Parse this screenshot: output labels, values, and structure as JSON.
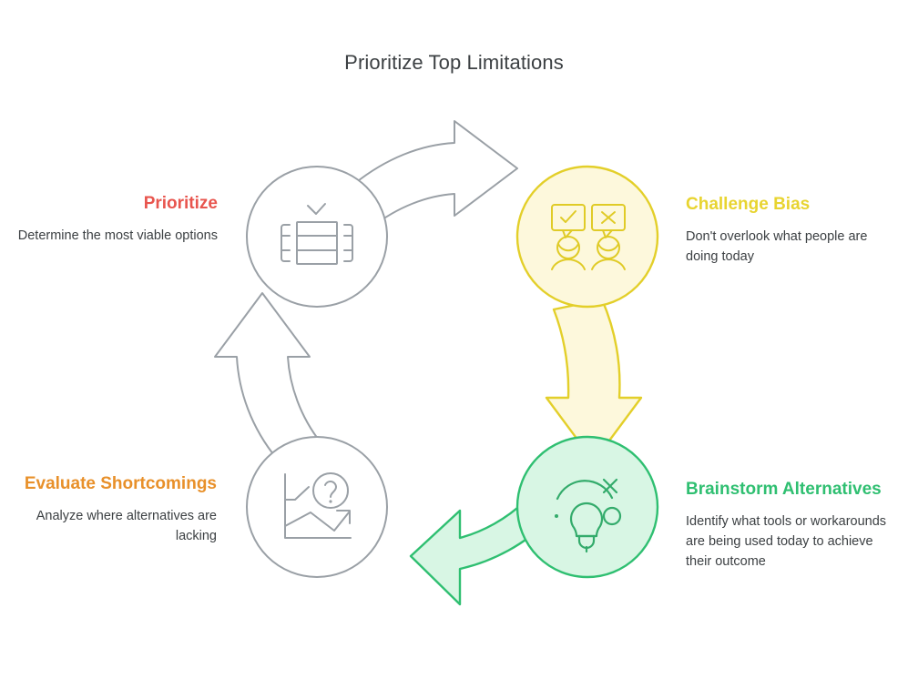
{
  "diagram": {
    "title": "Prioritize Top Limitations",
    "type": "cycle",
    "background": "#ffffff",
    "neutral_color": "#9aa0a6",
    "body_text_color": "#3c4043",
    "steps": [
      {
        "id": "prioritize",
        "heading": "Prioritize",
        "description": "Determine the most viable options",
        "heading_color": "#e8554e",
        "stroke_color": "#9aa0a6",
        "fill_color": "#ffffff",
        "icon": "checklist-stack-icon",
        "align": "right",
        "position": "top-left"
      },
      {
        "id": "challenge-bias",
        "heading": "Challenge Bias",
        "description": "Don't overlook what people are doing today",
        "heading_color": "#e8d430",
        "stroke_color": "#e3cf2a",
        "fill_color": "#fdf8dc",
        "icon": "two-people-speech-bubbles-icon",
        "align": "left",
        "position": "top-right"
      },
      {
        "id": "brainstorm-alternatives",
        "heading": "Brainstorm Alternatives",
        "description": "Identify what tools or workarounds are being used today to achieve their outcome",
        "heading_color": "#2fbf71",
        "stroke_color": "#2fbf71",
        "fill_color": "#d8f6e4",
        "icon": "lightbulb-idea-icon",
        "align": "left",
        "position": "bottom-right"
      },
      {
        "id": "evaluate-shortcomings",
        "heading": "Evaluate Shortcomings",
        "description": "Analyze where alternatives are lacking",
        "heading_color": "#e8902a",
        "stroke_color": "#9aa0a6",
        "fill_color": "#ffffff",
        "icon": "chart-question-icon",
        "align": "right",
        "position": "bottom-left"
      }
    ],
    "arrows": [
      {
        "id": "arrow-evaluate-to-prioritize",
        "from": "evaluate-shortcomings",
        "to": "prioritize",
        "direction": "up",
        "stroke_color": "#9aa0a6",
        "fill_color": "#ffffff"
      },
      {
        "id": "arrow-prioritize-to-challenge",
        "from": "prioritize",
        "to": "challenge-bias",
        "direction": "right",
        "stroke_color": "#9aa0a6",
        "fill_color": "#ffffff"
      },
      {
        "id": "arrow-challenge-to-brainstorm",
        "from": "challenge-bias",
        "to": "brainstorm-alternatives",
        "direction": "down",
        "stroke_color": "#e3cf2a",
        "fill_color": "#fdf8dc"
      },
      {
        "id": "arrow-brainstorm-to-evaluate",
        "from": "brainstorm-alternatives",
        "to": "evaluate-shortcomings",
        "direction": "left",
        "stroke_color": "#2fbf71",
        "fill_color": "#d8f6e4"
      }
    ]
  }
}
